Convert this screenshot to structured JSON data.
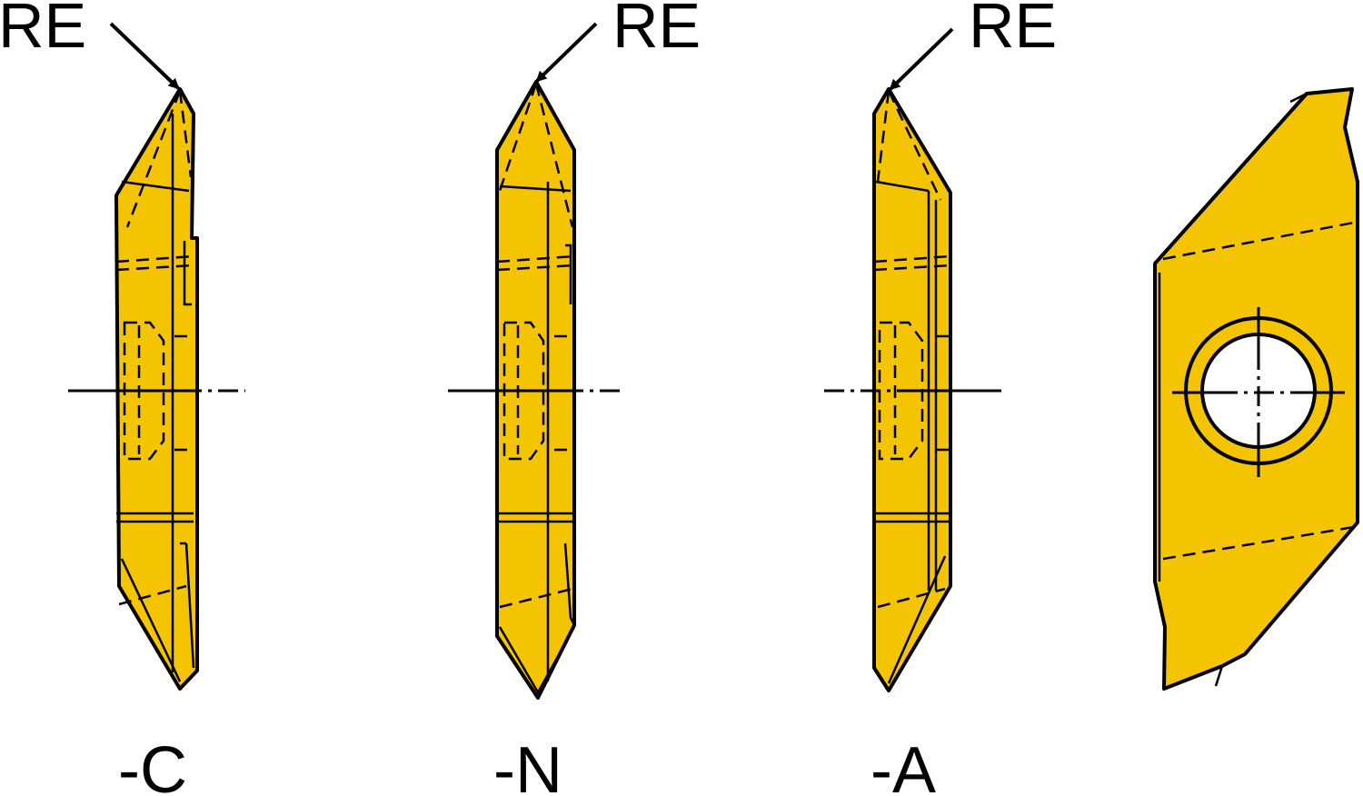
{
  "colors": {
    "insert_fill": "#F5C400",
    "line": "#000000",
    "background": "#FFFFFF",
    "hole": "#FFFFFF"
  },
  "callouts": [
    {
      "text": "RE"
    },
    {
      "text": "RE"
    },
    {
      "text": "RE"
    }
  ],
  "variants": [
    {
      "label": "-C"
    },
    {
      "label": "-N"
    },
    {
      "label": "-A"
    }
  ]
}
